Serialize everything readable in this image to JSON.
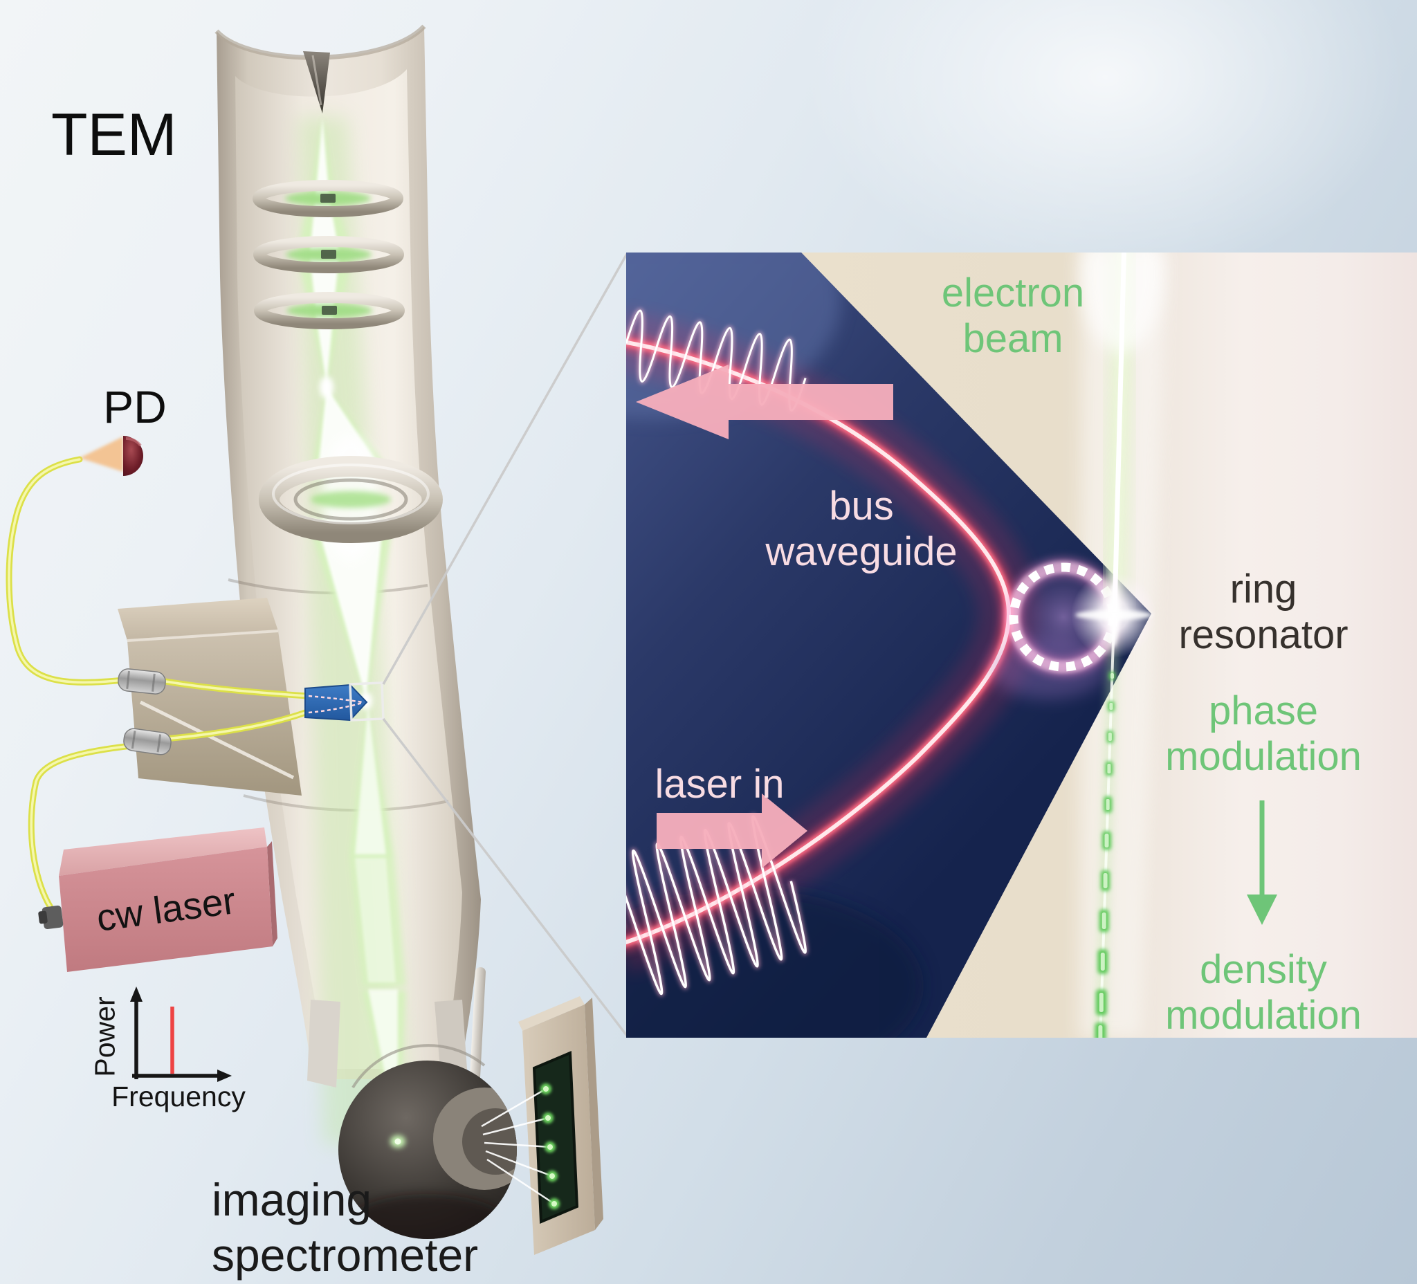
{
  "title": "TEM with fiber-coupled photonic-chip ring resonator modulating the electron beam",
  "colors": {
    "background_top": "#f2f5f7",
    "background_bottom": "#b7c7d6",
    "electron_beam_green": "#c6eda8",
    "laser_waveguide_pink": "#ff5d78",
    "optical_fiber_yellow": "#dde14c",
    "label_green": "#6ec578",
    "label_pale_pink": "#f8dce3",
    "chip_navy": "#1d2b55",
    "substrate_beige": "#e8ddc7",
    "cw_laser_box_pink": "#cf8e92",
    "spectrum_line_red": "#ee4343"
  },
  "main_scene": {
    "tem_label": "TEM",
    "pd_label": "PD",
    "cw_laser_label": "cw laser",
    "spectrum_plot": {
      "type": "line",
      "xlabel": "Frequency",
      "ylabel": "Power",
      "peak_marker": "single red spectral line",
      "line_color": "#ee4343"
    },
    "spectrometer_label_line1": "imaging",
    "spectrometer_label_line2": "spectrometer"
  },
  "inset": {
    "electron_beam_line1": "electron",
    "electron_beam_line2": "beam",
    "bus_waveguide_line1": "bus",
    "bus_waveguide_line2": "waveguide",
    "laser_in_label": "laser in",
    "ring_resonator_line1": "ring",
    "ring_resonator_line2": "resonator",
    "phase_modulation_line1": "phase",
    "phase_modulation_line2": "modulation",
    "density_modulation_line1": "density",
    "density_modulation_line2": "modulation"
  }
}
